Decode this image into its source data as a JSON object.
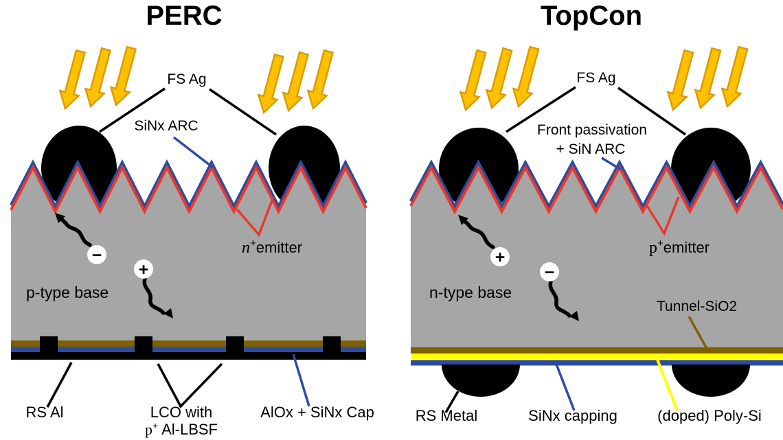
{
  "colors": {
    "background": "#FFFFFF",
    "silicon_gray": "#A6A6A6",
    "sinx_blue": "#2E4C9E",
    "emitter_red": "#E8392D",
    "sun_gold": "#FFC000",
    "sun_gold_outline": "#D99C00",
    "alox_dark_gold": "#7F6000",
    "tunnel_oxide_dark_gold": "#7F6000",
    "poly_si_yellow": "#FFFF00",
    "metal_black": "#000000"
  },
  "perc": {
    "title": "PERC",
    "front_metal_label": "FS Ag",
    "arc_label": "SiNx ARC",
    "emitter_base": "n",
    "emitter_sup": "+",
    "emitter_rest": "emitter",
    "bulk_label": "p-type base",
    "electron_symbol": "−",
    "hole_symbol": "+",
    "rear_metal_label": "RS Al",
    "lco_label_line1": "LCO with",
    "lco_label_line2_base": "p",
    "lco_label_line2_sup": "+",
    "lco_label_line2_rest": " Al-LBSF",
    "rear_passivation_label": "AlOx + SiNx Cap"
  },
  "topcon": {
    "title": "TopCon",
    "front_metal_label": "FS Ag",
    "arc_label_line1": "Front passivation",
    "arc_label_line2": "+ SiN ARC",
    "emitter_base": "p",
    "emitter_sup": "+",
    "emitter_rest": "emitter",
    "bulk_label": "n-type base",
    "hole_symbol": "+",
    "electron_symbol": "−",
    "tunnel_oxide_label": "Tunnel-SiO2",
    "rear_metal_label": "RS Metal",
    "rear_capping_label": "SiNx capping",
    "poly_si_label": "(doped) Poly-Si"
  }
}
